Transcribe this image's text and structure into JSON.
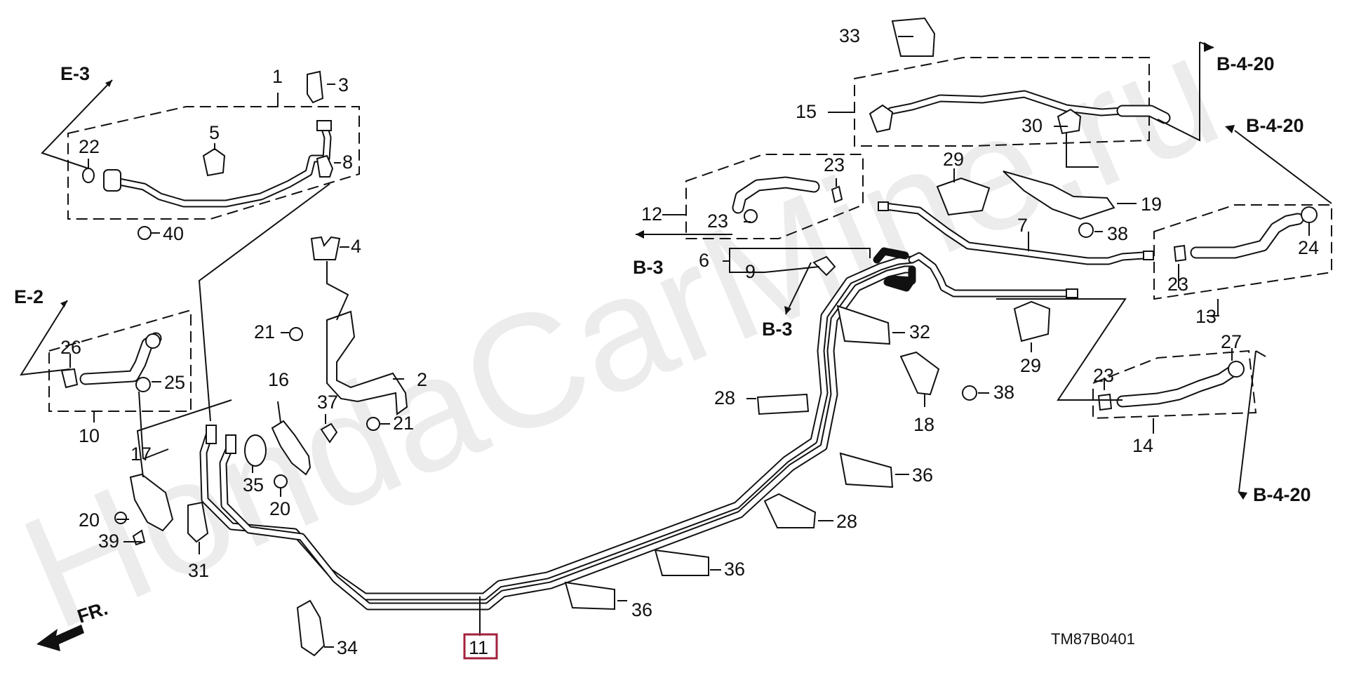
{
  "watermark": "HondaCarMine.ru",
  "diagram_code": "TM87B0401",
  "front_label": "FR.",
  "highlighted_part": "11",
  "callouts": {
    "p1": "1",
    "p2": "2",
    "p3": "3",
    "p4": "4",
    "p5": "5",
    "p6": "6",
    "p7": "7",
    "p8": "8",
    "p9": "9",
    "p10": "10",
    "p11": "11",
    "p12": "12",
    "p13": "13",
    "p14": "14",
    "p15": "15",
    "p16": "16",
    "p17": "17",
    "p18": "18",
    "p19": "19",
    "p20": "20",
    "p21": "21",
    "p22": "22",
    "p23": "23",
    "p24": "24",
    "p25": "25",
    "p26": "26",
    "p27": "27",
    "p28": "28",
    "p29": "29",
    "p30": "30",
    "p31": "31",
    "p32": "32",
    "p33": "33",
    "p34": "34",
    "p35": "35",
    "p36": "36",
    "p37": "37",
    "p38": "38",
    "p39": "39",
    "p40": "40"
  },
  "references": {
    "e3": "E-3",
    "e2": "E-2",
    "b3": "B-3",
    "b420": "B-4-20"
  },
  "colors": {
    "highlight": "#a3213d",
    "line": "#111111",
    "watermark": "#ececec"
  }
}
